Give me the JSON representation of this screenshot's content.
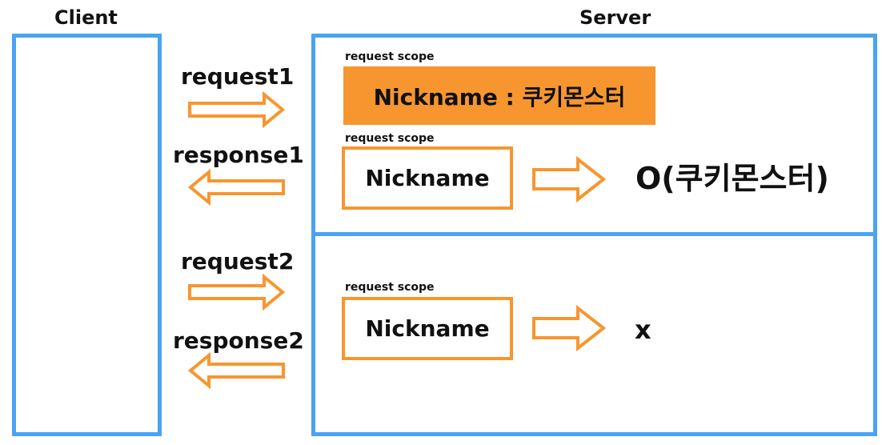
{
  "headers": {
    "client": "Client",
    "server": "Server"
  },
  "arrows": {
    "request1": "request1",
    "response1": "response1",
    "request2": "request2",
    "response2": "response2"
  },
  "server": {
    "section1": {
      "scope_label_top": "request scope",
      "filled_box_text": "Nickname : 쿠키몬스터",
      "scope_label_bottom": "request scope",
      "outline_box_text": "Nickname",
      "result_text": "O(쿠키몬스터)"
    },
    "section2": {
      "scope_label": "request scope",
      "outline_box_text": "Nickname",
      "result_text": "x"
    }
  },
  "colors": {
    "blue_border": "#4aa3f2",
    "orange": "#f7962f"
  }
}
